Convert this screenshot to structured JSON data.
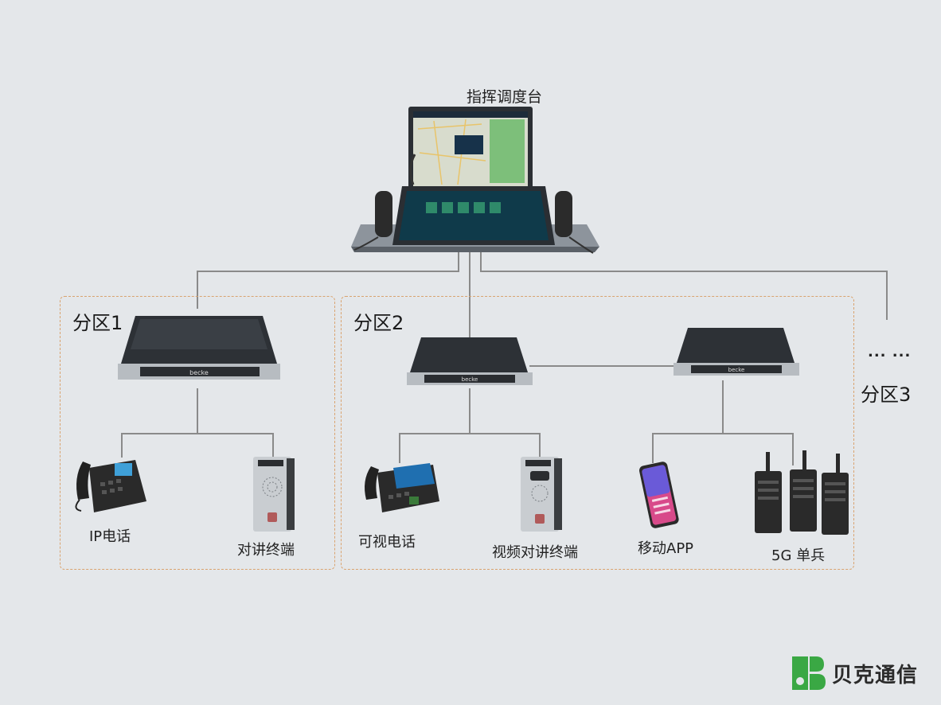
{
  "console": {
    "label": "指挥调度台"
  },
  "zones": [
    {
      "title": "分区1"
    },
    {
      "title": "分区2"
    },
    {
      "title": "分区3"
    }
  ],
  "ellipsis": "... ...",
  "devices": {
    "ip_phone": "IP电话",
    "intercom": "对讲终端",
    "video_phone": "可视电话",
    "video_intercom": "视频对讲终端",
    "mobile_app": "移动APP",
    "radio_5g": "5G 单兵"
  },
  "server_brand": "becke",
  "brand": {
    "name": "贝克通信",
    "color": "#3aa844"
  },
  "colors": {
    "line": "#8a8a8a",
    "zone_border": "#d9a36f",
    "background": "#e4e7ea"
  }
}
